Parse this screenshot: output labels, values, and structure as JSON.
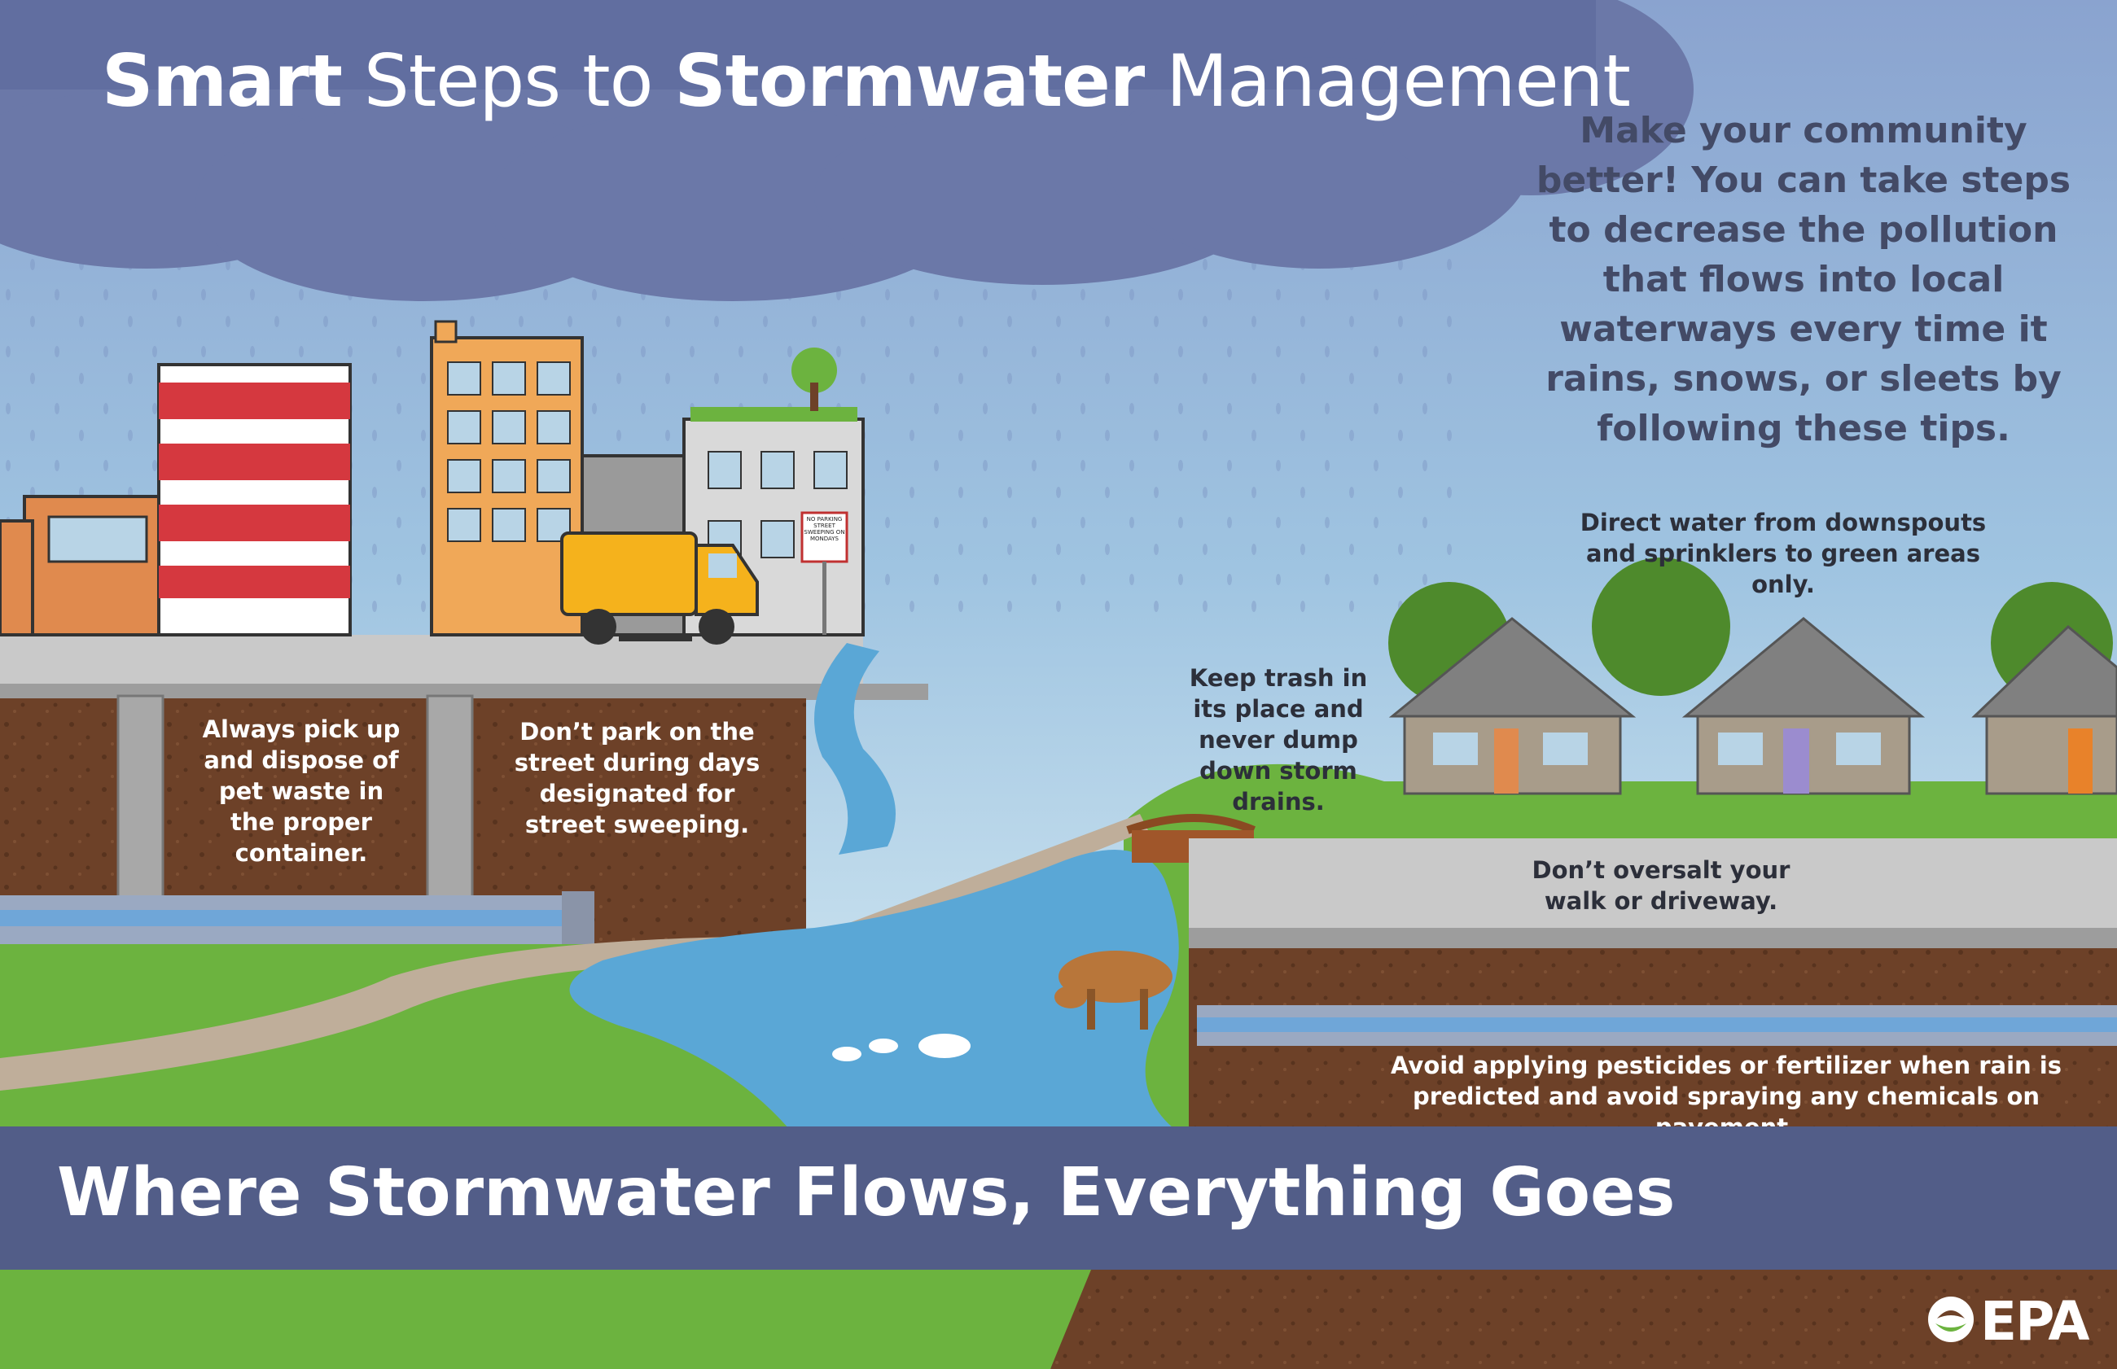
{
  "title": {
    "part1": "Smart",
    "part2": " Steps to ",
    "part3": "Stormwater",
    "part4": " Management"
  },
  "intro": "Make your community better! You can take steps to decrease the pollution that flows into local waterways every time it rains, snows, or sleets by following these tips.",
  "tips": {
    "pet_waste": "Always pick up and dispose of pet waste in the proper container.",
    "street_sweeping": "Don’t park on the street during days designated for street sweeping.",
    "downspouts": "Direct water from downspouts and sprinklers to green areas only.",
    "trash": "Keep trash in its place and never dump down storm drains.",
    "oversalt": "Don’t oversalt your walk or driveway.",
    "pesticides": "Avoid applying pesticides or fertilizer when rain is predicted and avoid spraying any chemicals on pavement."
  },
  "sign_text": "NO PARKING STREET SWEEPING ON MONDAYS",
  "banner": "Where Stormwater Flows, Everything Goes",
  "logo": "EPA",
  "icons": [
    "epa-logo-icon"
  ],
  "colors": {
    "cloud": "#6b78a8",
    "banner": "#525d88",
    "water": "#5aa7d6",
    "grass": "#6cb33f",
    "soil": "#6d4128",
    "sky": "#b9d9ea"
  }
}
